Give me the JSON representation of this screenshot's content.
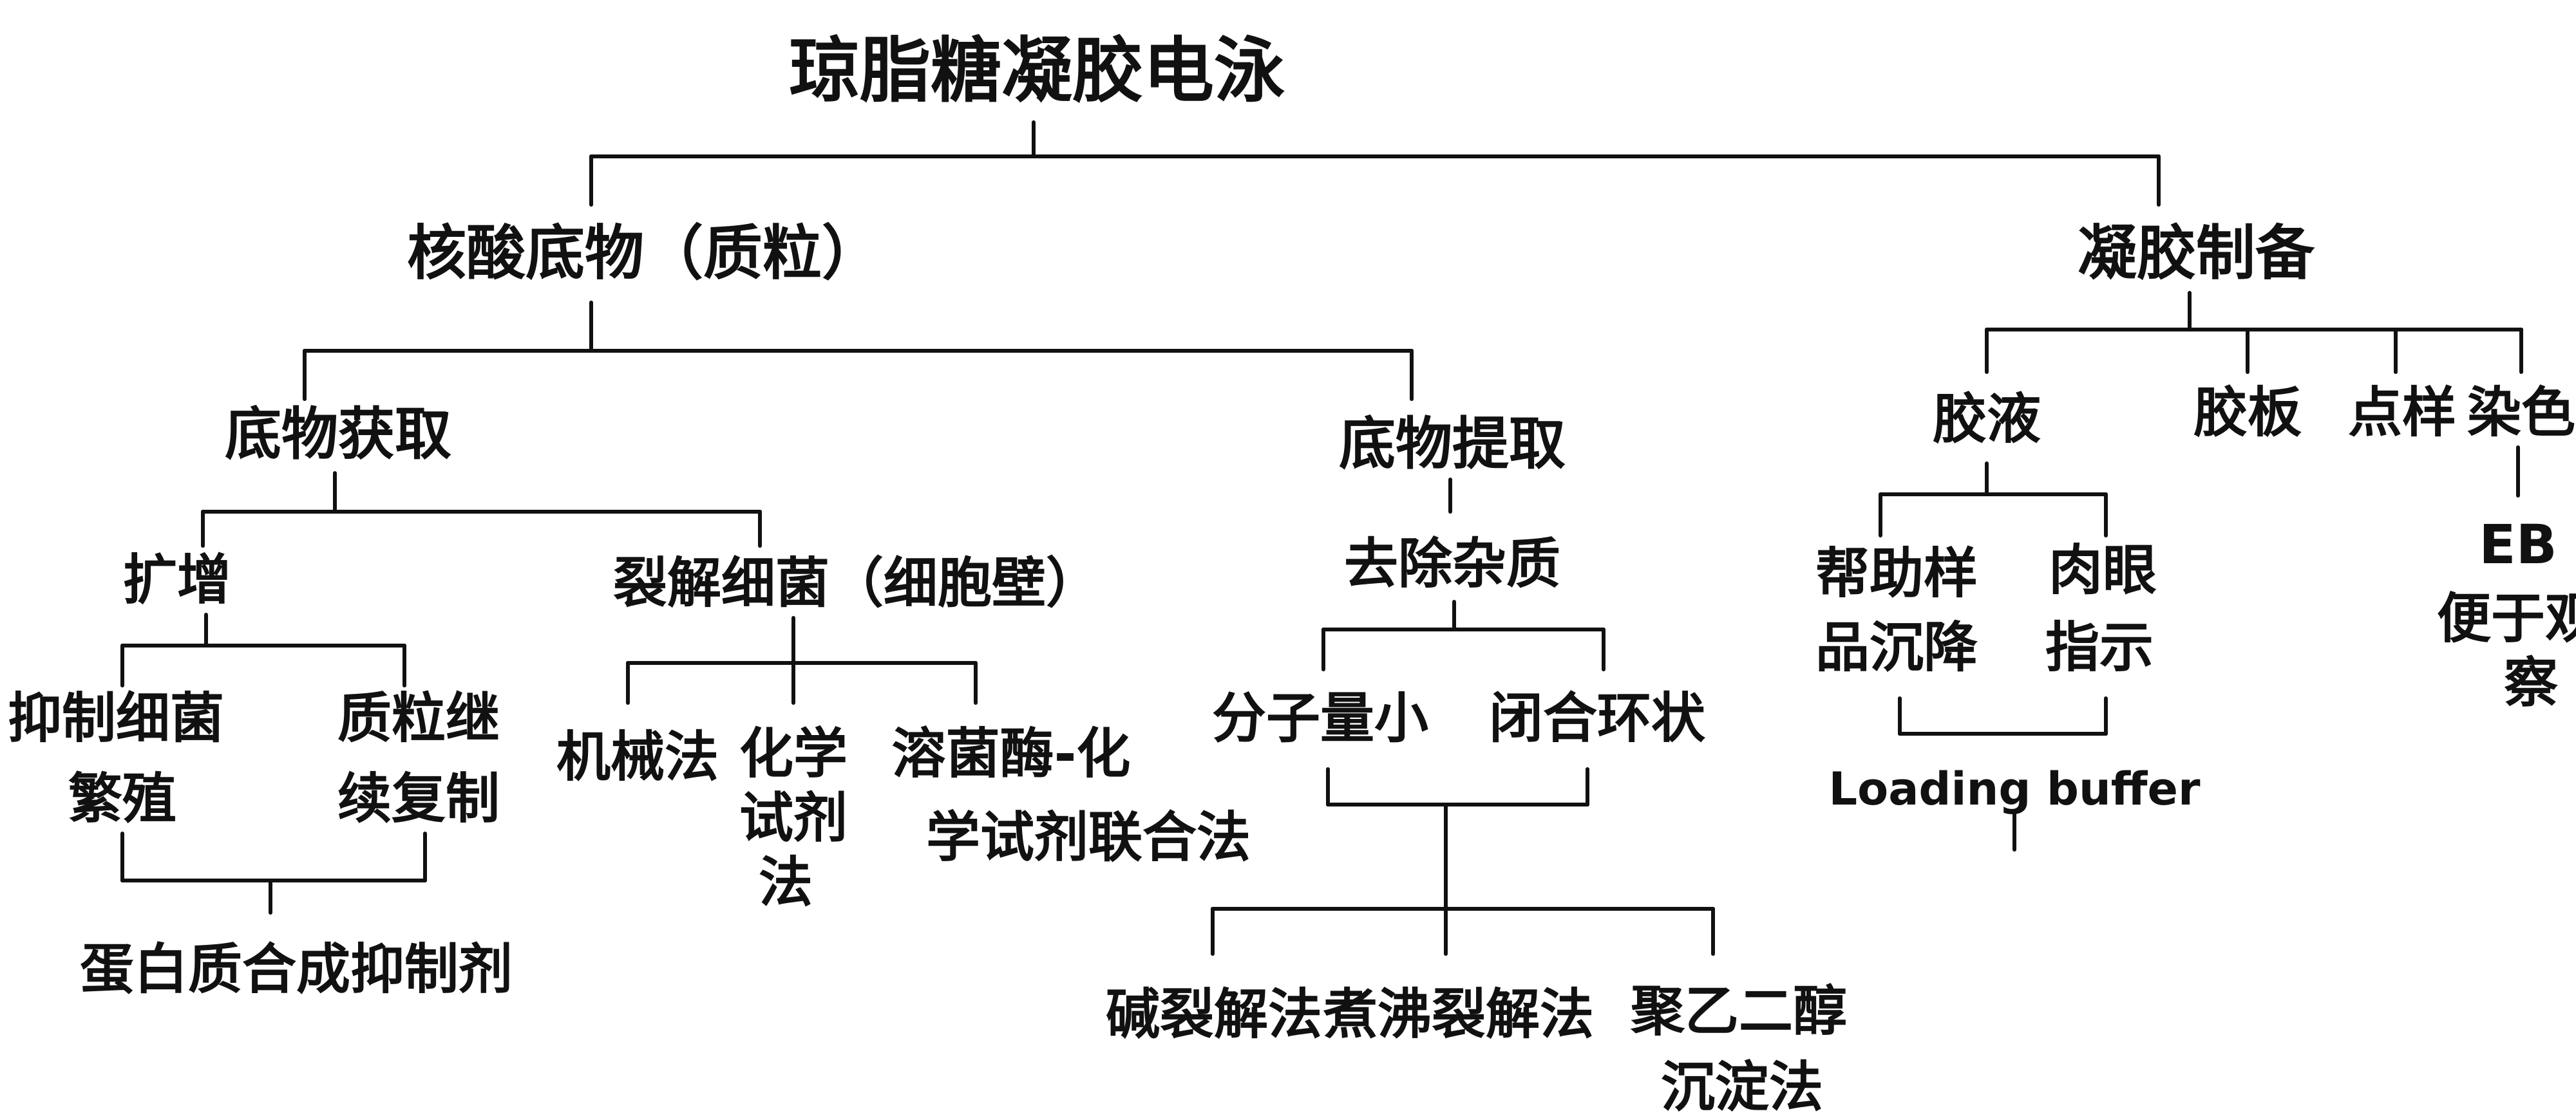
{
  "diagram": {
    "title": "琼脂糖凝胶电泳",
    "nucleic": {
      "label": "核酸底物（质粒）",
      "acquire": {
        "label": "底物获取",
        "amplify": {
          "label": "扩增",
          "inhibit_line1": "抑制细菌",
          "inhibit_line2": "繁殖",
          "replicate_line1": "质粒继",
          "replicate_line2": "续复制",
          "shared": "蛋白质合成抑制剂"
        },
        "lyse": {
          "label": "裂解细菌（细胞壁）",
          "mechanical": "机械法",
          "chem_line1": "化学",
          "chem_line2": "试剂",
          "chem_line3": "法",
          "lysozyme_line1": "溶菌酶-化",
          "lysozyme_line2": "学试剂联合法"
        }
      },
      "extract": {
        "label": "底物提取",
        "remove": "去除杂质",
        "small": "分子量小",
        "circular": "闭合环状",
        "alkaline": "碱裂解法",
        "boiling": "煮沸裂解法",
        "peg_line1": "聚乙二醇",
        "peg_line2": "沉淀法"
      }
    },
    "gel": {
      "label": "凝胶制备",
      "solution": {
        "label": "胶液",
        "help_line1": "帮助样",
        "help_line2": "品沉降",
        "visible_line1": "肉眼",
        "visible_line2": "指示",
        "shared": "Loading buffer"
      },
      "plate": "胶板",
      "spot": "点样",
      "stain": {
        "label": "染色",
        "eb": "EB",
        "observe_line1": "便于观",
        "observe_line2": "察"
      }
    }
  }
}
